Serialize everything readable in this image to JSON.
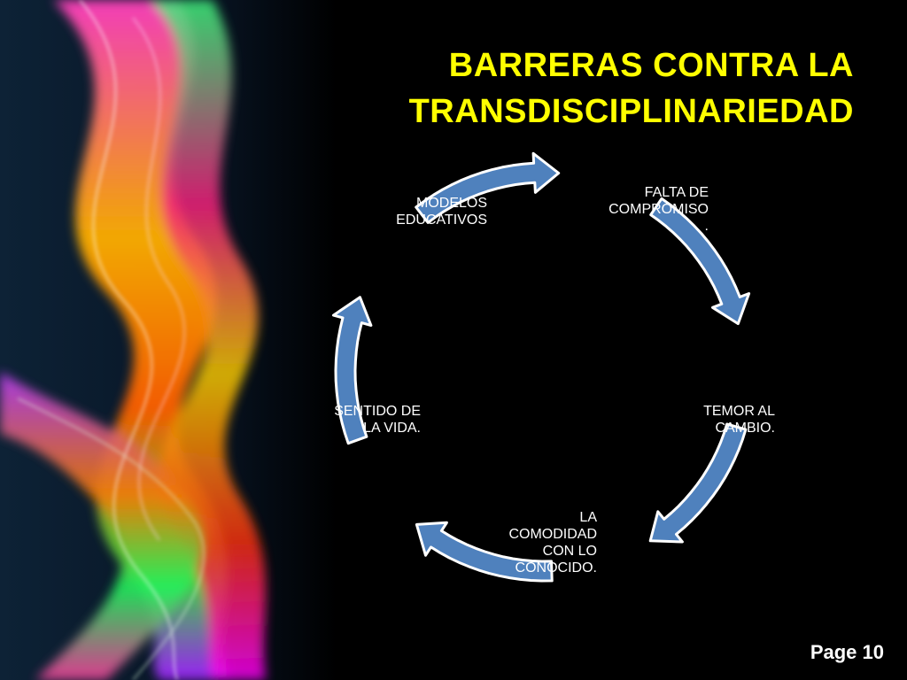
{
  "title": {
    "line1": "BARRERAS CONTRA LA",
    "line2": "TRANSDISCIPLINARIEDAD"
  },
  "cycle": {
    "nodes": [
      "FALTA DE\nCOMPROMISO\n.",
      "TEMOR AL\nCAMBIO.",
      "LA\nCOMODIDAD\nCON LO\nCONOCIDO.",
      "SENTIDO DE\nLA VIDA.",
      "MODELOS\nEDUCATIVOS"
    ],
    "arrow_fill": "#4f81bd",
    "arrow_outline": "#ffffff"
  },
  "colors": {
    "title": "#ffff00",
    "text": "#ffffff",
    "background": "#000000"
  },
  "footer": {
    "page_label": "Page 10"
  }
}
